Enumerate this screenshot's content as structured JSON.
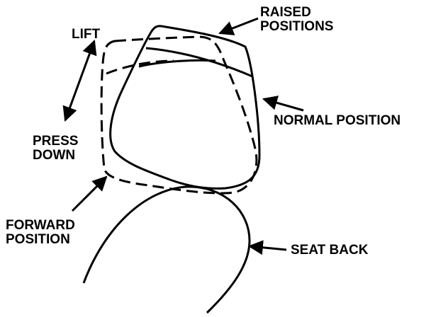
{
  "labels": {
    "raised": [
      "RAISED",
      "POSITIONS"
    ],
    "lift": "LIFT",
    "normal": "NORMAL POSITION",
    "press": [
      "PRESS",
      "DOWN"
    ],
    "forward": [
      "FORWARD",
      "POSITION"
    ],
    "seat_back": "SEAT BACK"
  },
  "colors": {
    "line": "#000000",
    "background": "#ffffff"
  }
}
